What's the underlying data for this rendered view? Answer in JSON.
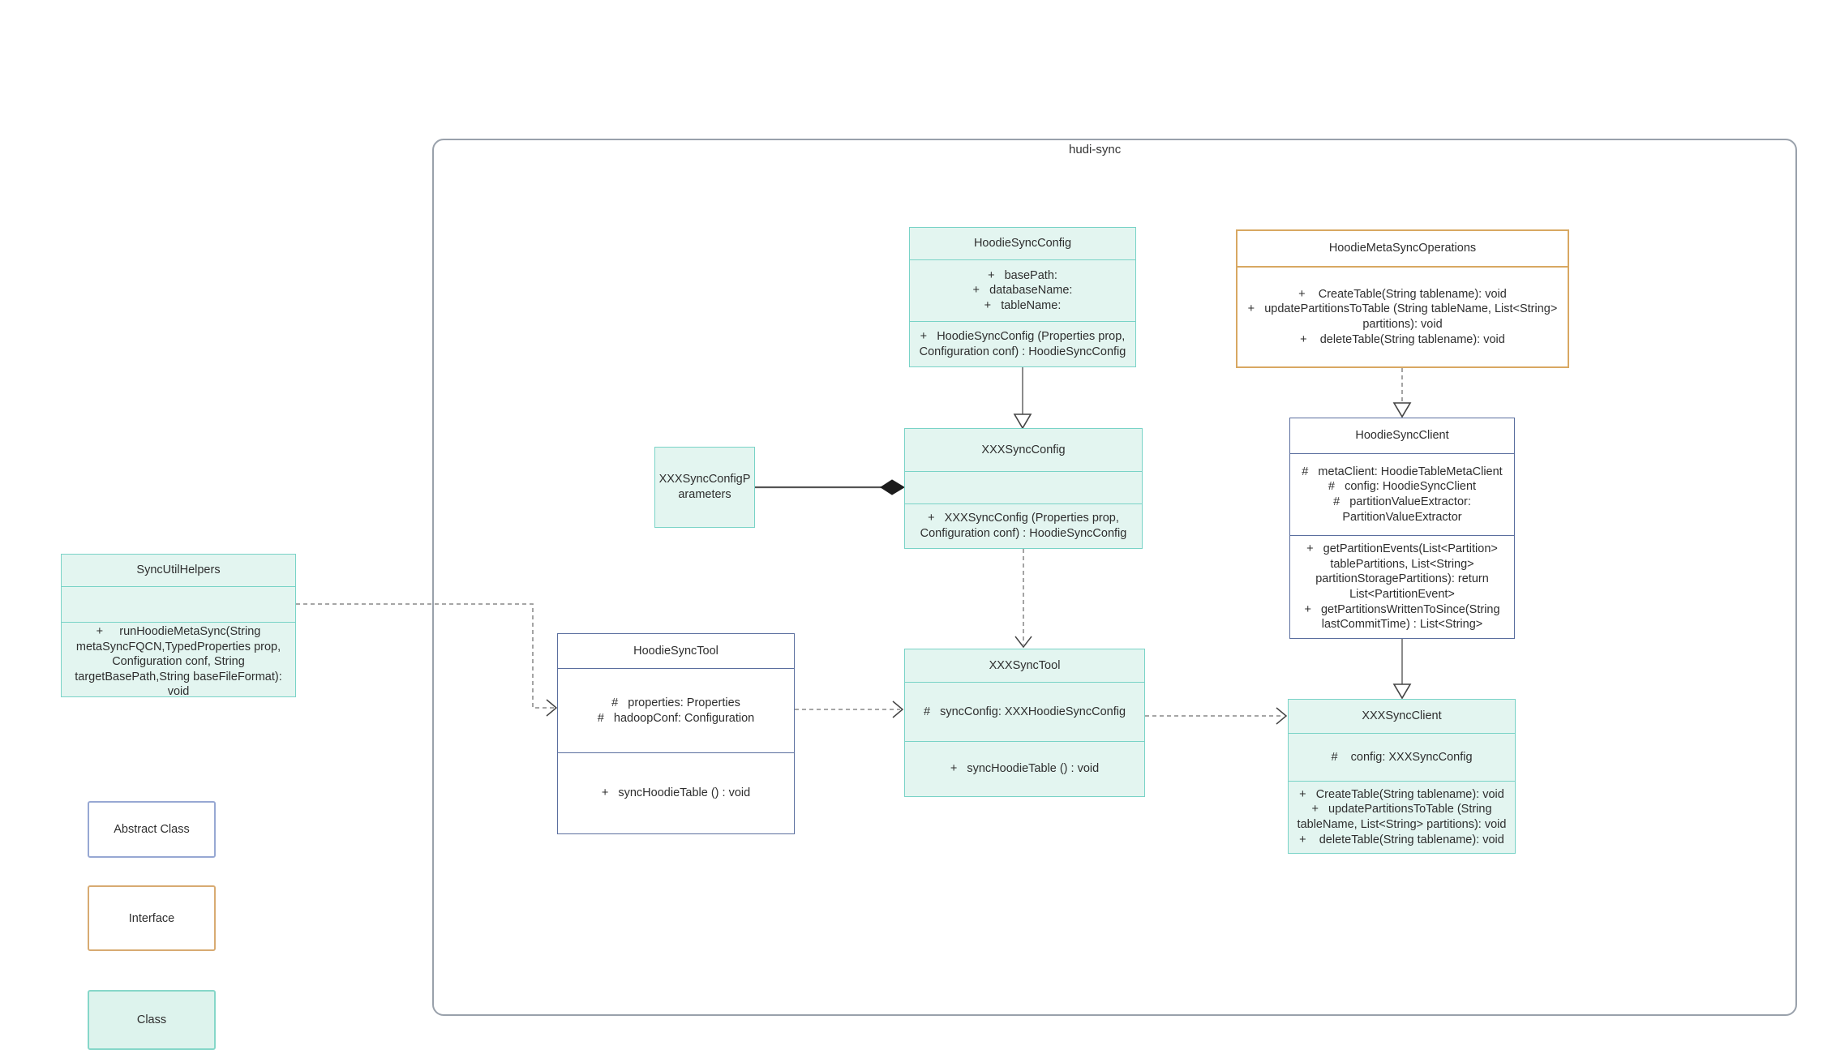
{
  "frame": {
    "label": "hudi-sync"
  },
  "classes": {
    "hoodie_sync_config": {
      "title": "HoodieSyncConfig",
      "attributes": [
        "+   basePath:",
        "+   databaseName:",
        "+   tableName:"
      ],
      "methods": [
        "+   HoodieSyncConfig (Properties prop, Configuration conf) : HoodieSyncConfig"
      ]
    },
    "hoodie_meta_sync_operations": {
      "title": "HoodieMetaSyncOperations",
      "methods": [
        "+    CreateTable(String tablename): void",
        "+   updatePartitionsToTable (String tableName, List<String> partitions): void",
        "+    deleteTable(String tablename): void"
      ]
    },
    "xxx_sync_config_parameters": {
      "title": "XXXSyncConfigParameters"
    },
    "xxx_sync_config": {
      "title": "XXXSyncConfig",
      "methods": [
        "+   XXXSyncConfig (Properties prop, Configuration conf) : HoodieSyncConfig"
      ]
    },
    "sync_util_helpers": {
      "title": "SyncUtilHelpers",
      "methods": [
        "+     runHoodieMetaSync(String metaSyncFQCN,TypedProperties prop, Configuration conf, String targetBasePath,String baseFileFormat): void"
      ]
    },
    "hoodie_sync_tool": {
      "title": "HoodieSyncTool",
      "attributes": [
        "#   properties: Properties",
        "#   hadoopConf: Configuration"
      ],
      "methods": [
        "+   syncHoodieTable () : void"
      ]
    },
    "xxx_sync_tool": {
      "title": "XXXSyncTool",
      "attributes": [
        "#   syncConfig: XXXHoodieSyncConfig"
      ],
      "methods": [
        "+   syncHoodieTable () : void"
      ]
    },
    "hoodie_sync_client": {
      "title": "HoodieSyncClient",
      "attributes": [
        "#   metaClient: HoodieTableMetaClient",
        "#   config: HoodieSyncClient",
        "#   partitionValueExtractor: PartitionValueExtractor"
      ],
      "methods": [
        "+   getPartitionEvents(List<Partition> tablePartitions, List<String> partitionStoragePartitions): return List<PartitionEvent>",
        "+   getPartitionsWrittenToSince(String lastCommitTime) : List<String>"
      ]
    },
    "xxx_sync_client": {
      "title": "XXXSyncClient",
      "attributes": [
        "#    config: XXXSyncConfig"
      ],
      "methods": [
        "+   CreateTable(String tablename): void",
        "+   updatePartitionsToTable (String tableName, List<String> partitions): void",
        "+    deleteTable(String tablename): void"
      ]
    }
  },
  "legend": {
    "abstract": "Abstract Class",
    "interface": "Interface",
    "class": "Class"
  },
  "colors": {
    "class_fill": "#e3f5f0",
    "class_border": "#79d3c7",
    "abstract_border": "#5b6f9f",
    "interface_border": "#d8a862",
    "legend_abstract_border": "#97a8d3",
    "frame_border": "#99a1ab",
    "solid_line": "#808080",
    "dashed_line": "#9a9a9a"
  }
}
